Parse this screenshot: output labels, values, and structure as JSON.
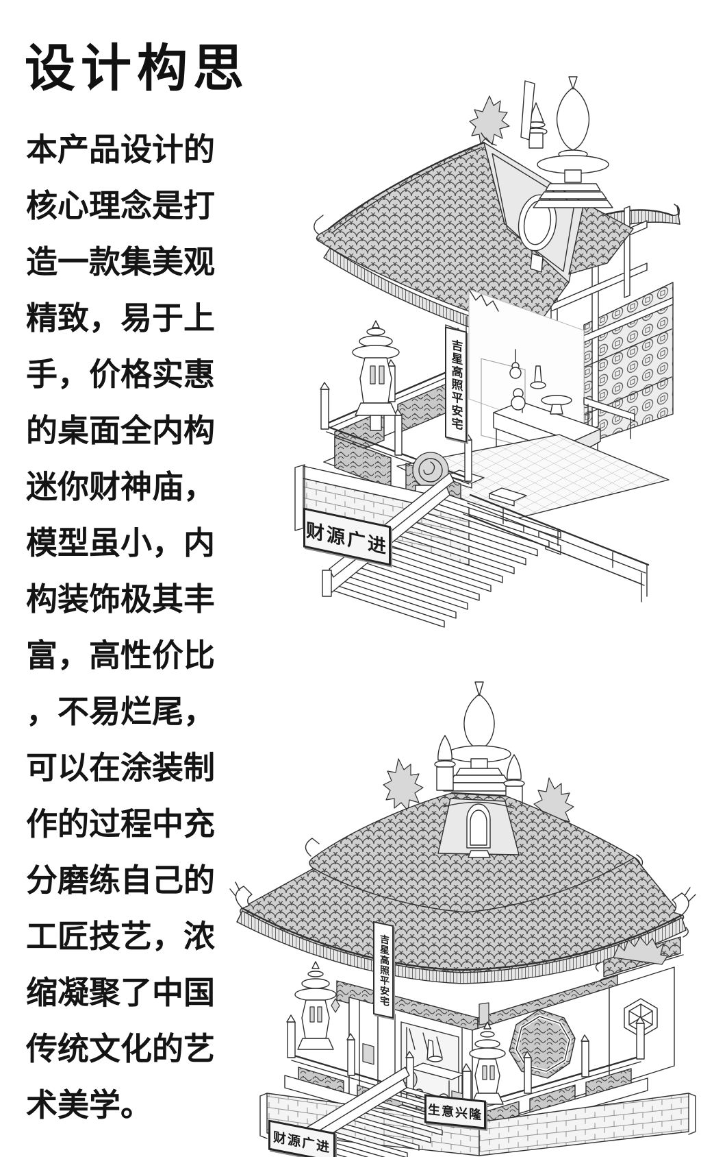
{
  "title": "设计构思",
  "intro": {
    "lines": [
      "本产品设计的",
      "核心理念是打",
      "造一款集美观",
      "精致，易于上",
      "手，价格实惠",
      "的桌面全内构",
      "迷你财神庙，",
      "模型虽小，内",
      "构装饰极其丰",
      "富，高性价比",
      "，不易烂尾，",
      "可以在涂装制",
      "作的过程中充",
      "分磨练自己的",
      "工匠技艺，浓",
      "缩凝聚了中国",
      "传统文化的艺",
      "术美学。"
    ],
    "full_text": "本产品设计的核心理念是打造一款集美观精致，易于上手，价格实惠的桌面全内构迷你财神庙，模型虽小，内构装饰极其丰富，高性价比，不易烂尾，可以在涂装制作的过程中充分磨练自己的工匠技艺，浓缩凝聚了中国传统文化的艺术美学。"
  },
  "illustrations": {
    "top": {
      "couplet": "吉星高照平安宅",
      "base_plaque": "财源广进"
    },
    "bottom": {
      "couplet": "吉星高照平安宅",
      "left_plaque": "财源广进",
      "front_plaque": "生意兴隆"
    }
  },
  "colors": {
    "ink": "#161616",
    "line": "#2f2f2f",
    "paper": "#ffffff"
  }
}
